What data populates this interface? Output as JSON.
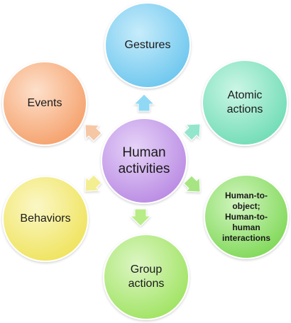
{
  "diagram": {
    "center": {
      "label": "Human\nactivities",
      "color": "#c9a3ec"
    },
    "nodes": [
      {
        "id": "gestures",
        "label": "Gestures",
        "color": "#86d2f2"
      },
      {
        "id": "atomic",
        "label": "Atomic\nactions",
        "color": "#8fe6c9"
      },
      {
        "id": "interactions",
        "label": "Human-to-\nobject;\nHuman-to-\nhuman\ninteractions",
        "color": "#9be37a"
      },
      {
        "id": "group",
        "label": "Group\nactions",
        "color": "#b2ea7c"
      },
      {
        "id": "behaviors",
        "label": "Behaviors",
        "color": "#f4ec7e"
      },
      {
        "id": "events",
        "label": "Events",
        "color": "#f9b78a"
      }
    ],
    "arrow_colors": {
      "gestures": "#8fd9f5",
      "atomic": "#93e6cc",
      "interactions": "#a7e583",
      "group": "#b8ec86",
      "behaviors": "#f4ee93",
      "events": "#f6c7a5"
    }
  }
}
